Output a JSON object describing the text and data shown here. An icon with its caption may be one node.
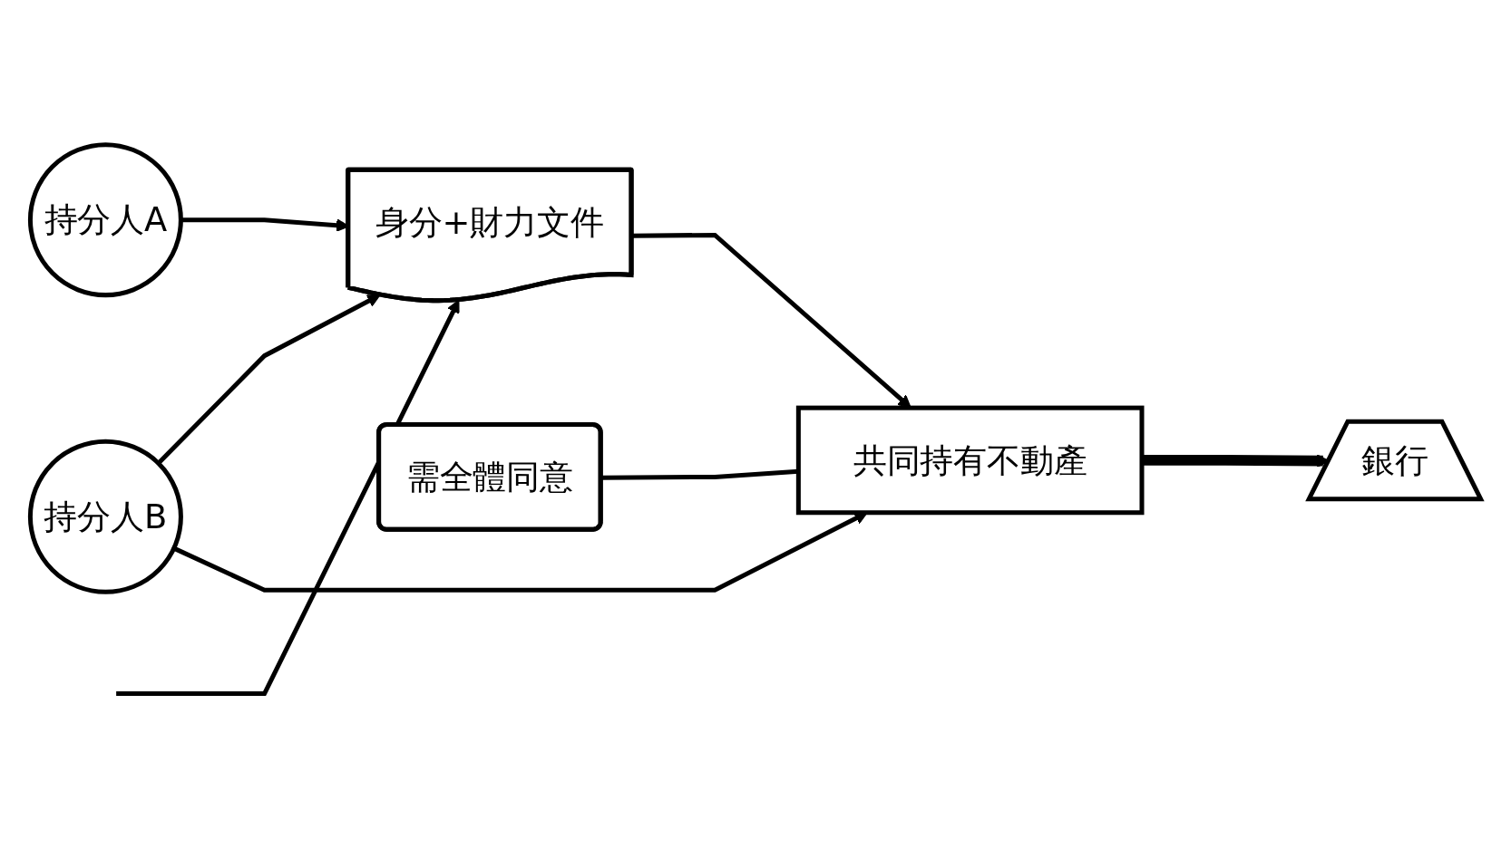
{
  "diagram": {
    "nodes": [
      {
        "text": [
          "持分人A"
        ]
      },
      {
        "text": [
          "持分人B"
        ]
      },
      {
        "text": [
          "身分+財力文件"
        ]
      },
      {
        "text": [
          "需全體同意"
        ]
      },
      {
        "text": [
          "共同持有不動產"
        ]
      },
      {
        "text": [
          "銀行"
        ]
      }
    ],
    "edges": [
      {
        "from": 0,
        "to": 2,
        "arrow": "to"
      },
      {
        "from": null,
        "to": 2,
        "arrow": "to"
      },
      {
        "from": 1,
        "to": 2,
        "arrow": "to"
      },
      {
        "from": 1,
        "to": 4,
        "arrow": "to"
      },
      {
        "from": 2,
        "to": 4,
        "arrow": "to"
      },
      {
        "from": 3,
        "to": 4,
        "arrow": "none"
      },
      {
        "from": 4,
        "to": 5,
        "arrow": "to",
        "style": "thick"
      }
    ]
  }
}
